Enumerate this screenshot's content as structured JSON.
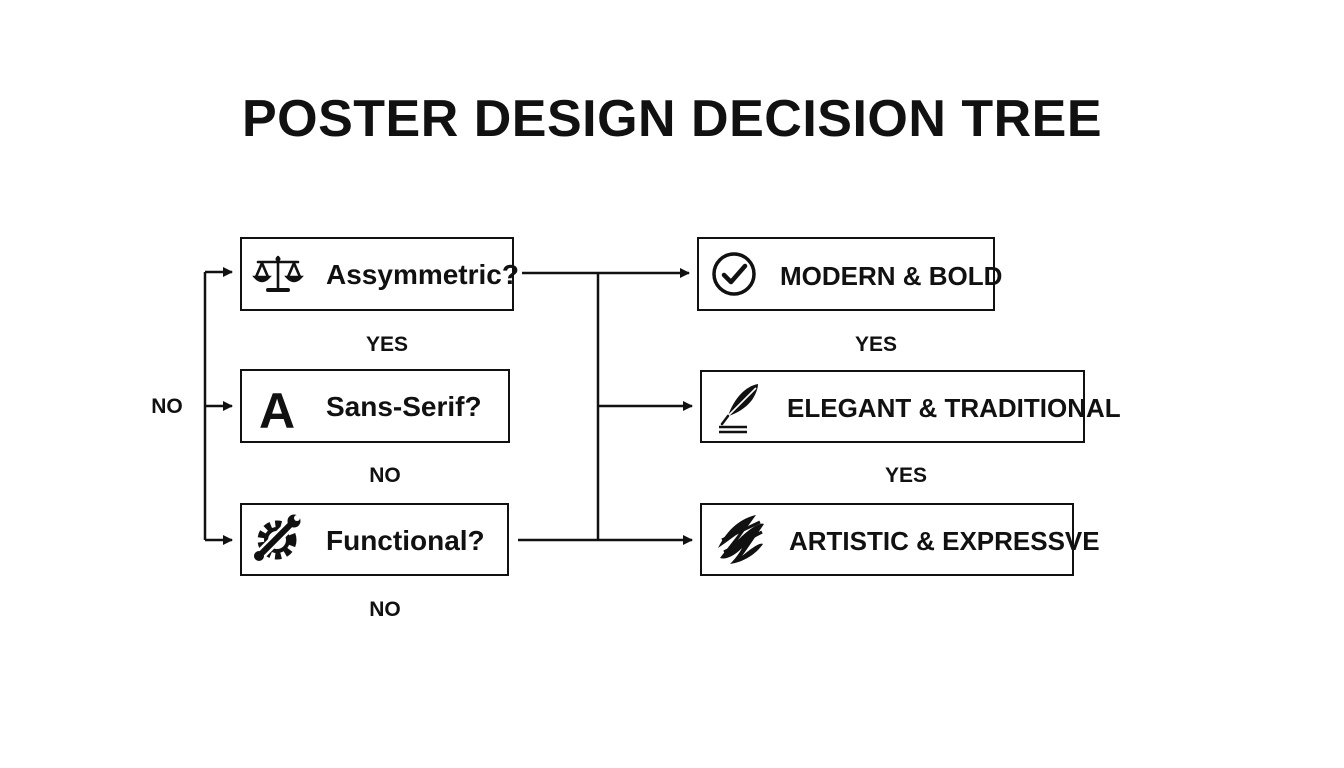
{
  "title": "POSTER DESIGN DECISION TREE",
  "questions": [
    {
      "label": "Assymmetric?",
      "icon": "balance-scale-icon"
    },
    {
      "label": "Sans-Serif?",
      "icon": "letter-a-icon",
      "icon_glyph": "A"
    },
    {
      "label": "Functional?",
      "icon": "gear-wrench-icon"
    }
  ],
  "outcomes": [
    {
      "label": "MODERN & BOLD",
      "icon": "check-circle-icon"
    },
    {
      "label": "ELEGANT & TRADITIONAL",
      "icon": "quill-pen-icon"
    },
    {
      "label": "ARTISTIC & EXPRESSVE",
      "icon": "brush-stroke-icon"
    }
  ],
  "edge_labels": {
    "left_no": "NO",
    "q1_yes": "YES",
    "q2_no": "NO",
    "q3_no": "NO",
    "o1_yes": "YES",
    "o2_yes": "YES"
  },
  "colors": {
    "ink": "#111111",
    "background": "#ffffff"
  }
}
